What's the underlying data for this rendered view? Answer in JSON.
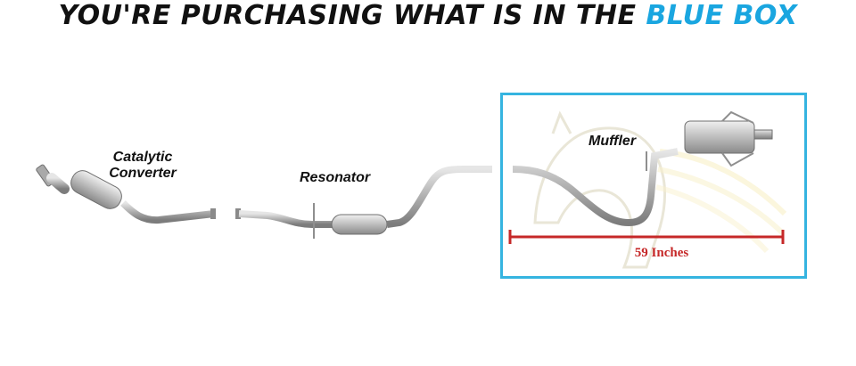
{
  "headline": {
    "main_text": "YOU'RE PURCHASING WHAT IS IN THE ",
    "accent_text": "BLUE BOX"
  },
  "labels": {
    "catalytic_line1": "Catalytic",
    "catalytic_line2": "Converter",
    "resonator": "Resonator",
    "muffler": "Muffler"
  },
  "measurement": {
    "text": "59 Inches"
  },
  "colors": {
    "accent": "#1aa6e0",
    "box_border": "#35b4e0",
    "measure": "#c62828",
    "pipe": "#9a9a9a"
  },
  "icons": {
    "watermark": "horse-head-logo"
  }
}
